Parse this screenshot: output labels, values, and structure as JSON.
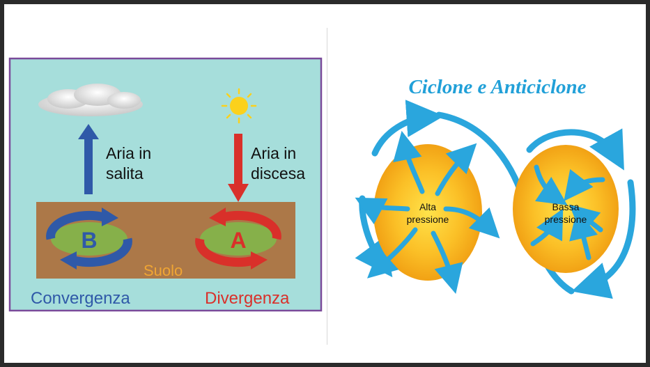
{
  "left_panel": {
    "up_label_line1": "Aria in",
    "up_label_line2": "salita",
    "down_label_line1": "Aria in",
    "down_label_line2": "discesa",
    "low_letter": "B",
    "high_letter": "A",
    "ground_label": "Suolo",
    "convergence_label": "Convergenza",
    "divergence_label": "Divergenza"
  },
  "right_panel": {
    "title": "Ciclone e Anticiclone",
    "high_line1": "Alta",
    "high_line2": "pressione",
    "low_line1": "Bassa",
    "low_line2": "pressione"
  },
  "colors": {
    "sky": "#a6dedb",
    "panel_border": "#7a4a9a",
    "ground": "#ac7848",
    "low_blue": "#2f59a8",
    "high_red": "#d9302a",
    "ellipse_green": "#86b04a",
    "ground_text": "#f0a533",
    "arrow_cyan": "#2aa6dd",
    "title_blue": "#21a0d8",
    "orb_orange": "#f4aa15"
  }
}
